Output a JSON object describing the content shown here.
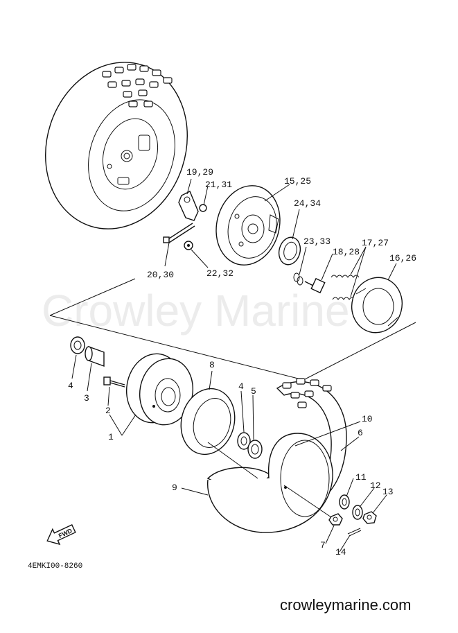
{
  "watermark": "Crowley Marine",
  "footer_url": "crowleymarine.com",
  "diagram_code": "4EMKI00-8260",
  "fwd_label": "FWD",
  "callouts": {
    "c1": "1",
    "c2": "2",
    "c3": "3",
    "c4a": "4",
    "c4b": "4",
    "c5": "5",
    "c6": "6",
    "c7": "7",
    "c8": "8",
    "c9": "9",
    "c10": "10",
    "c11": "11",
    "c12": "12",
    "c13": "13",
    "c14": "14",
    "c15_25": "15,25",
    "c16_26": "16,26",
    "c17_27": "17,27",
    "c18_28": "18,28",
    "c19_29": "19,29",
    "c20_30": "20,30",
    "c21_31": "21,31",
    "c22_32": "22,32",
    "c23_33": "23,33",
    "c24_34": "24,34"
  }
}
